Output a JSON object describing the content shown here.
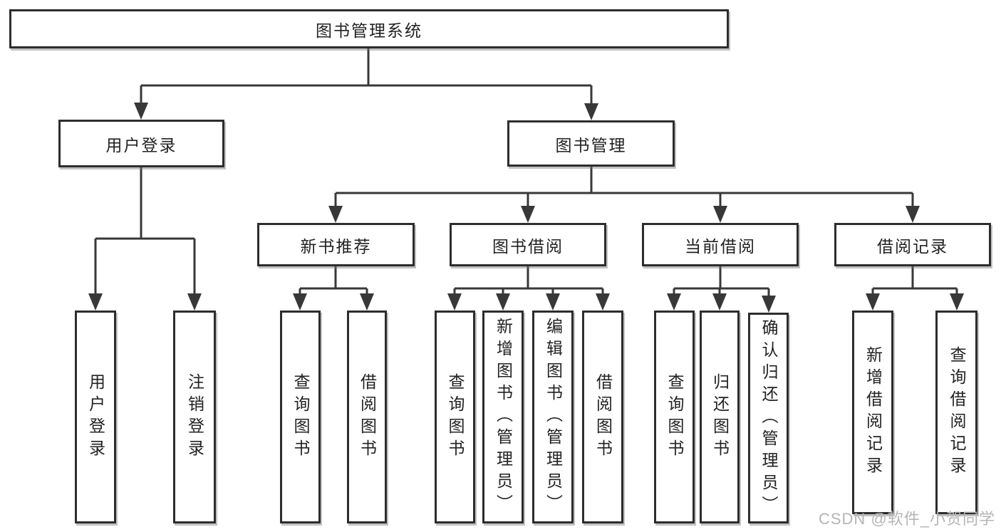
{
  "diagram": {
    "root": {
      "label": "图书管理系统"
    },
    "level2": [
      {
        "label": "用户登录"
      },
      {
        "label": "图书管理"
      }
    ],
    "level3": [
      {
        "label": "新书推荐"
      },
      {
        "label": "图书借阅"
      },
      {
        "label": "当前借阅"
      },
      {
        "label": "借阅记录"
      }
    ],
    "leaves": [
      {
        "label": "用户登录"
      },
      {
        "label": "注销登录"
      },
      {
        "label": "查询图书"
      },
      {
        "label": "借阅图书"
      },
      {
        "label": "查询图书"
      },
      {
        "label": "新增图书（管理员）"
      },
      {
        "label": "编辑图书（管理员）"
      },
      {
        "label": "借阅图书"
      },
      {
        "label": "查询图书"
      },
      {
        "label": "归还图书"
      },
      {
        "label": "确认归还（管理员）"
      },
      {
        "label": "新增借阅记录"
      },
      {
        "label": "查询借阅记录"
      }
    ]
  },
  "watermark": "CSDN @软件_小贺同学",
  "colors": {
    "line": "#383838",
    "box_border": "#2d2d2d",
    "text": "#222222",
    "watermark": "#b5b5b5",
    "background": "#ffffff"
  }
}
